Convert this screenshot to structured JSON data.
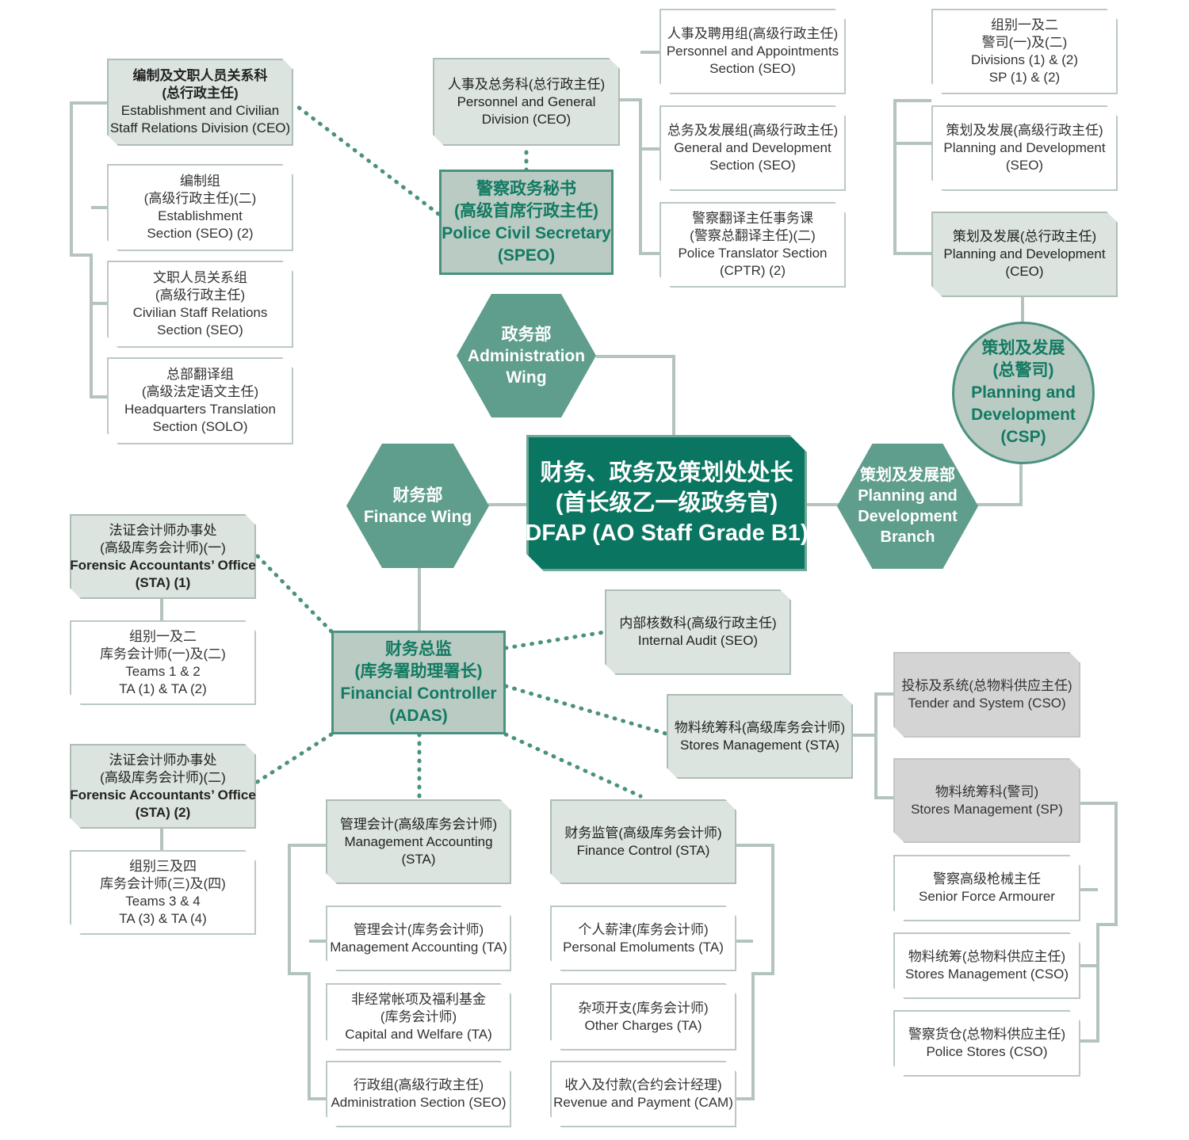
{
  "colors": {
    "dark_green": "#0a7560",
    "mid_green": "#5f9d8c",
    "hub_fill": "#b9cbc3",
    "hub_text": "#137a62",
    "shaded_box": "#dbe4df",
    "grey_box": "#d4d4d4",
    "connector": "#b4c4bc",
    "dotted": "#4b9180"
  },
  "center": {
    "lines": [
      "财务、政务及策划处处长",
      "(首长级乙一级政务官)",
      "DFAP (AO Staff Grade B1)"
    ]
  },
  "wings": {
    "administration": {
      "lines": [
        "政务部",
        "Administration",
        "Wing"
      ]
    },
    "finance": {
      "lines": [
        "财务部",
        "Finance Wing"
      ]
    },
    "planning": {
      "lines": [
        "策划及发展部",
        "Planning and",
        "Development",
        "Branch"
      ]
    }
  },
  "hubs": {
    "speo": {
      "lines": [
        "警察政务秘书",
        "(高级首席行政主任)",
        "Police Civil Secretary",
        "(SPEO)"
      ]
    },
    "adas": {
      "lines": [
        "财务总监",
        "(库务署助理署长)",
        "Financial Controller",
        "(ADAS)"
      ]
    },
    "csp": {
      "lines": [
        "策划及发展",
        "(总警司)",
        "Planning and",
        "Development",
        "(CSP)"
      ]
    }
  },
  "boxes": {
    "establishment_division": {
      "lines": [
        "编制及文职人员关系科",
        "(总行政主任)",
        "Establishment and Civilian",
        "Staff Relations Division (CEO)"
      ]
    },
    "establishment_section": {
      "lines": [
        "编制组",
        "(高级行政主任)(二)",
        "Establishment",
        "Section (SEO) (2)"
      ]
    },
    "civilian_staff_section": {
      "lines": [
        "文职人员关系组",
        "(高级行政主任)",
        "Civilian Staff Relations",
        "Section (SEO)"
      ]
    },
    "hq_translation": {
      "lines": [
        "总部翻译组",
        "(高级法定语文主任)",
        "Headquarters Translation",
        "Section (SOLO)"
      ]
    },
    "personnel_general_division": {
      "lines": [
        "人事及总务科(总行政主任)",
        "Personnel and General",
        "Division (CEO)"
      ]
    },
    "personnel_appointments": {
      "lines": [
        "人事及聘用组(高级行政主任)",
        "Personnel and Appointments",
        "Section (SEO)"
      ]
    },
    "general_development": {
      "lines": [
        "总务及发展组(高级行政主任)",
        "General and Development",
        "Section (SEO)"
      ]
    },
    "police_translator": {
      "lines": [
        "警察翻译主任事务课",
        "(警察总翻译主任)(二)",
        "Police Translator Section",
        "(CPTR) (2)"
      ]
    },
    "divisions_12": {
      "lines": [
        "组别一及二",
        "警司(一)及(二)",
        "Divisions (1) & (2)",
        "SP (1) & (2)"
      ]
    },
    "planning_seo": {
      "lines": [
        "策划及发展(高级行政主任)",
        "Planning and Development",
        "(SEO)"
      ]
    },
    "planning_ceo": {
      "lines": [
        "策划及发展(总行政主任)",
        "Planning and Development",
        "(CEO)"
      ]
    },
    "forensic_1": {
      "lines": [
        "法证会计师办事处",
        "(高级库务会计师)(一)",
        "Forensic Accountants’ Office",
        "(STA) (1)"
      ]
    },
    "teams_12": {
      "lines": [
        "组别一及二",
        "库务会计师(一)及(二)",
        "Teams 1 & 2",
        "TA (1) & TA (2)"
      ]
    },
    "forensic_2": {
      "lines": [
        "法证会计师办事处",
        "(高级库务会计师)(二)",
        "Forensic Accountants’ Office",
        "(STA) (2)"
      ]
    },
    "teams_34": {
      "lines": [
        "组别三及四",
        "库务会计师(三)及(四)",
        "Teams 3 & 4",
        "TA (3) & TA (4)"
      ]
    },
    "internal_audit": {
      "lines": [
        "内部核数科(高级行政主任)",
        "Internal Audit (SEO)"
      ]
    },
    "stores_management_sta": {
      "lines": [
        "物料统筹科(高级库务会计师)",
        "Stores Management (STA)"
      ]
    },
    "tender_system": {
      "lines": [
        "投标及系统(总物料供应主任)",
        "Tender and System (CSO)"
      ]
    },
    "stores_management_sp": {
      "lines": [
        "物料统筹科(警司)",
        "Stores Management (SP)"
      ]
    },
    "senior_armourer": {
      "lines": [
        "警察高级枪械主任",
        "Senior Force Armourer"
      ]
    },
    "stores_management_cso": {
      "lines": [
        "物料统筹(总物料供应主任)",
        "Stores Management (CSO)"
      ]
    },
    "police_stores": {
      "lines": [
        "警察货仓(总物料供应主任)",
        "Police Stores (CSO)"
      ]
    },
    "management_accounting_sta": {
      "lines": [
        "管理会计(高级库务会计师)",
        "Management Accounting",
        "(STA)"
      ]
    },
    "management_accounting_ta": {
      "lines": [
        "管理会计(库务会计师)",
        "Management Accounting (TA)"
      ]
    },
    "capital_welfare": {
      "lines": [
        "非经常帐项及福利基金",
        "(库务会计师)",
        "Capital and Welfare (TA)"
      ]
    },
    "administration_section": {
      "lines": [
        "行政组(高级行政主任)",
        "Administration Section (SEO)"
      ]
    },
    "finance_control": {
      "lines": [
        "财务监管(高级库务会计师)",
        "Finance Control (STA)"
      ]
    },
    "personal_emoluments": {
      "lines": [
        "个人薪津(库务会计师)",
        "Personal Emoluments (TA)"
      ]
    },
    "other_charges": {
      "lines": [
        "杂项开支(库务会计师)",
        "Other Charges (TA)"
      ]
    },
    "revenue_payment": {
      "lines": [
        "收入及付款(合约会计经理)",
        "Revenue and Payment (CAM)"
      ]
    }
  }
}
